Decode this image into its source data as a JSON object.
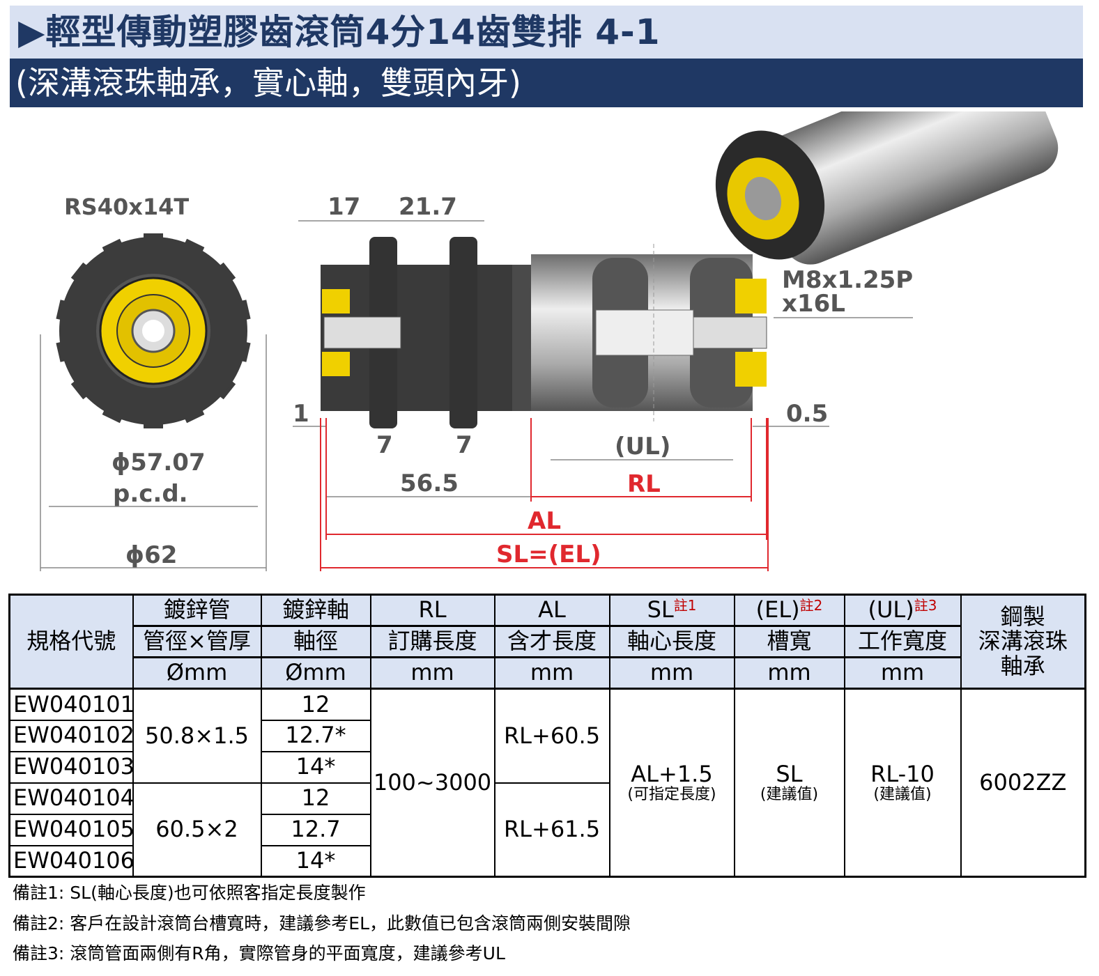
{
  "header": {
    "title": "▶輕型傳動塑膠齒滾筒4分14齒雙排  4-1",
    "subtitle": "(深溝滾珠軸承，實心軸，雙頭內牙)"
  },
  "drawing": {
    "sprocket_label": "RS40x14T",
    "pcd": "ϕ57.07",
    "pcd_unit": "p.c.d.",
    "outer_dia": "ϕ62",
    "dim_17": "17",
    "dim_21_7": "21.7",
    "dim_1": "1",
    "dim_7a": "7",
    "dim_7b": "7",
    "dim_56_5": "56.5",
    "thread_1": "M8x1.25P",
    "thread_2": "x16L",
    "dim_0_5": "0.5",
    "ul": "(UL)",
    "rl": "RL",
    "al": "AL",
    "sl": "SL=(EL)"
  },
  "colors": {
    "navy": "#1f3864",
    "header_bg": "#dae3f3",
    "red": "#e0282e"
  },
  "table": {
    "headers": {
      "code": "規格代號",
      "pipe": [
        "鍍鋅管",
        "管徑×管厚",
        "Ømm"
      ],
      "shaft": [
        "鍍鋅軸",
        "軸徑",
        "Ømm"
      ],
      "rl": [
        "RL",
        "訂購長度",
        "mm"
      ],
      "al": [
        "AL",
        "含才長度",
        "mm"
      ],
      "sl": [
        "SL",
        "註1",
        "軸心長度",
        "mm"
      ],
      "el": [
        "(EL)",
        "註2",
        "槽寬",
        "mm"
      ],
      "ul": [
        "(UL)",
        "註3",
        "工作寬度",
        "mm"
      ],
      "bearing": [
        "鋼製",
        "深溝滾珠",
        "軸承"
      ]
    },
    "codes": [
      "EW040101",
      "EW040102",
      "EW040103",
      "EW040104",
      "EW040105",
      "EW040106"
    ],
    "pipes": [
      "50.8×1.5",
      "60.5×2"
    ],
    "shafts": [
      "12",
      "12.7*",
      "14*",
      "12",
      "12.7",
      "14*"
    ],
    "rl": "100~3000",
    "al": [
      "RL+60.5",
      "RL+61.5"
    ],
    "sl": {
      "value": "AL+1.5",
      "note": "(可指定長度)"
    },
    "el": {
      "value": "SL",
      "note": "(建議值)"
    },
    "ul": {
      "value": "RL-10",
      "note": "(建議值)"
    },
    "bearing": "6002ZZ"
  },
  "notes": [
    "備註1: SL(軸心長度)也可依照客指定長度製作",
    "備註2: 客戶在設計滾筒台槽寬時，建議參考EL，此數值已包含滾筒兩側安裝間隙",
    "備註3: 滾筒管面兩側有R角，實際管身的平面寬度，建議參考UL"
  ]
}
